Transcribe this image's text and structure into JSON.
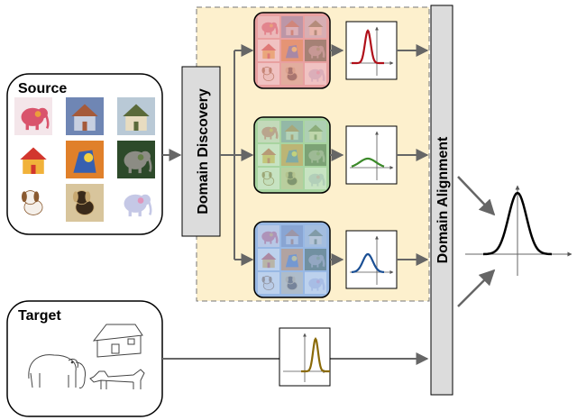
{
  "source": {
    "title": "Source"
  },
  "target": {
    "title": "Target"
  },
  "domain_discovery": {
    "label": "Domain Discovery"
  },
  "domain_alignment": {
    "label": "Domain Alignment"
  },
  "source_thumbnails": [
    "watercolor-elephant",
    "painted-houses",
    "house-photo",
    "cartoon-house",
    "painted-horse",
    "elephant-photo",
    "cartoon-dog",
    "dog-photo",
    "cartoon-elephant"
  ],
  "discovered_domains": [
    {
      "tint": "#e8a0a0",
      "curve_color": "#b0101a",
      "peak": "sharp"
    },
    {
      "tint": "#a8d4a0",
      "curve_color": "#3c8a2a",
      "peak": "flat"
    },
    {
      "tint": "#98b8e4",
      "curve_color": "#1a4f94",
      "peak": "medium"
    }
  ],
  "target_curve_color": "#8a6a08",
  "aligned_curve_color": "#000000",
  "colors": {
    "discovery_region_fill": "#fdf0cd",
    "discovery_region_border": "#777777",
    "bar_fill": "#dcdcdc",
    "arrow": "#666666"
  }
}
